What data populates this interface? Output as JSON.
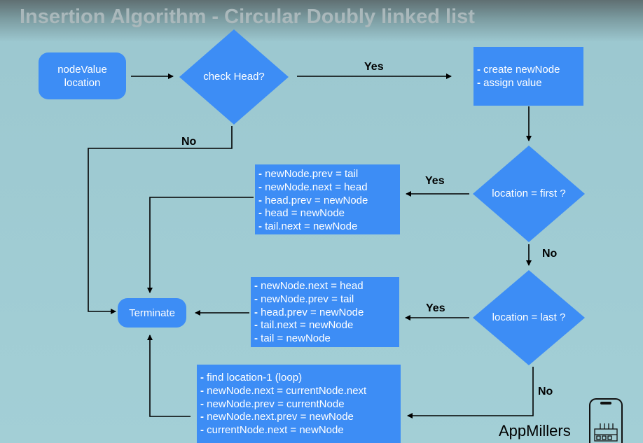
{
  "title": "Insertion Algorithm - Circular Doubly linked list",
  "nodes": {
    "start": {
      "lines": [
        "nodeValue",
        "location"
      ]
    },
    "check_head": "check Head?",
    "create_node": {
      "steps": [
        "create newNode",
        "assign value"
      ]
    },
    "location_first": "location = first ?",
    "location_last": "location = last ?",
    "first_steps": [
      "newNode.prev = tail",
      "newNode.next = head",
      "head.prev = newNode",
      "head = newNode",
      "tail.next = newNode"
    ],
    "last_steps": [
      "newNode.next = head",
      "newNode.prev = tail",
      "head.prev = newNode",
      "tail.next = newNode",
      "tail = newNode"
    ],
    "middle_steps": [
      "find location-1 (loop)",
      "newNode.next = currentNode.next",
      "newNode.prev = currentNode",
      "newNode.next.prev = newNode",
      "currentNode.next = newNode"
    ],
    "terminate": "Terminate"
  },
  "edge_labels": {
    "head_yes": "Yes",
    "head_no": "No",
    "first_yes": "Yes",
    "first_no": "No",
    "last_yes": "Yes",
    "last_no": "No"
  },
  "brand": {
    "name": "AppMillers",
    "icon": "factory-icon"
  },
  "colors": {
    "node": "#3d8df5",
    "background": "#a3cfd6",
    "arrow": "#000000",
    "title": "#aab8bb"
  }
}
